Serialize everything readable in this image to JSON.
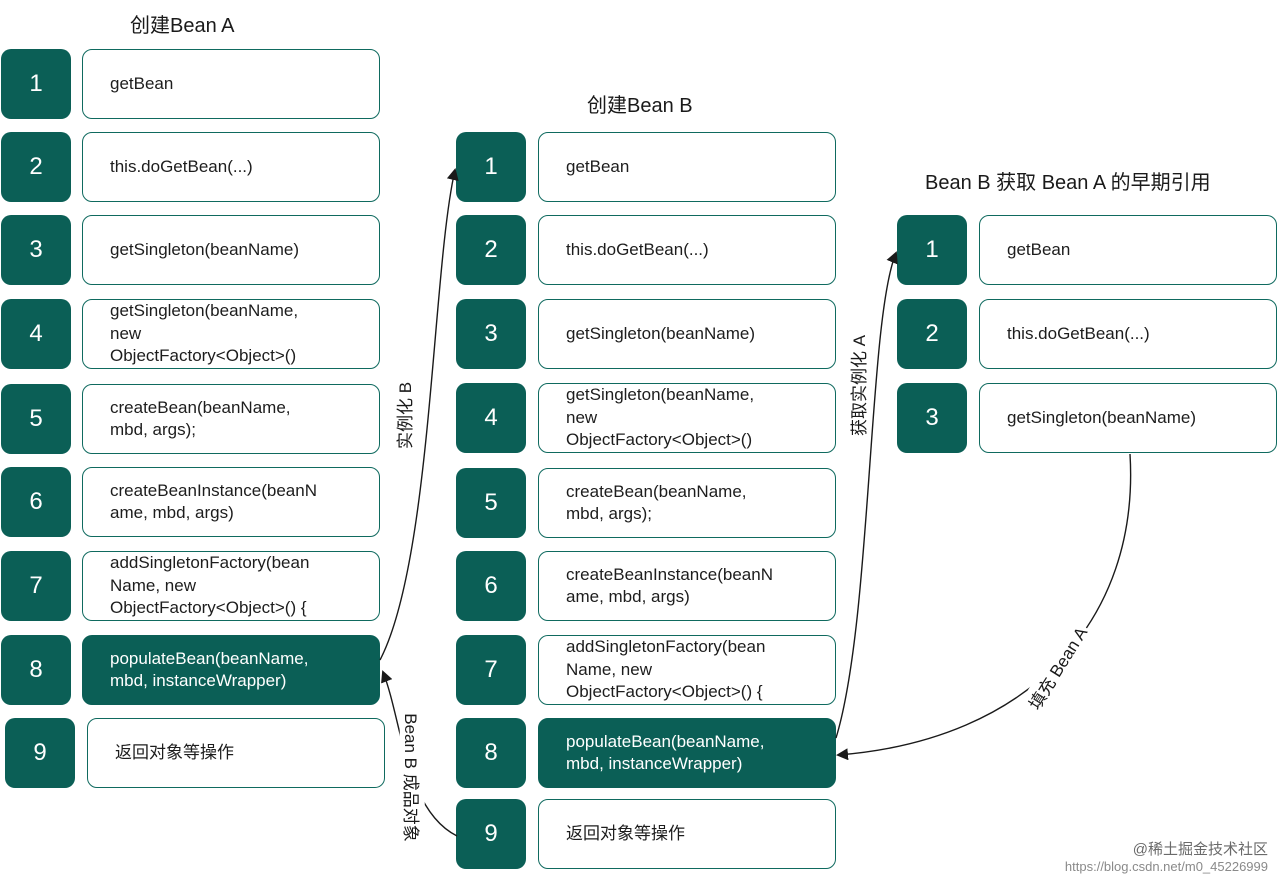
{
  "columns": [
    {
      "title": "创建Bean A",
      "steps": [
        {
          "num": "1",
          "text": "getBean",
          "highlight": false
        },
        {
          "num": "2",
          "text": "this.doGetBean(...)",
          "highlight": false
        },
        {
          "num": "3",
          "text": "getSingleton(beanName)",
          "highlight": false
        },
        {
          "num": "4",
          "text": "getSingleton(beanName,\nnew\nObjectFactory<Object>()",
          "highlight": false
        },
        {
          "num": "5",
          "text": "createBean(beanName,\nmbd, args);",
          "highlight": false
        },
        {
          "num": "6",
          "text": "createBeanInstance(beanN\name, mbd, args)",
          "highlight": false
        },
        {
          "num": "7",
          "text": "addSingletonFactory(bean\nName, new\nObjectFactory<Object>() {",
          "highlight": false
        },
        {
          "num": "8",
          "text": "populateBean(beanName,\nmbd, instanceWrapper)",
          "highlight": true
        },
        {
          "num": "9",
          "text": "返回对象等操作",
          "highlight": false
        }
      ]
    },
    {
      "title": "创建Bean B",
      "steps": [
        {
          "num": "1",
          "text": "getBean",
          "highlight": false
        },
        {
          "num": "2",
          "text": "this.doGetBean(...)",
          "highlight": false
        },
        {
          "num": "3",
          "text": "getSingleton(beanName)",
          "highlight": false
        },
        {
          "num": "4",
          "text": "getSingleton(beanName,\nnew\nObjectFactory<Object>()",
          "highlight": false
        },
        {
          "num": "5",
          "text": "createBean(beanName,\nmbd, args);",
          "highlight": false
        },
        {
          "num": "6",
          "text": "createBeanInstance(beanN\name, mbd, args)",
          "highlight": false
        },
        {
          "num": "7",
          "text": "addSingletonFactory(bean\nName, new\nObjectFactory<Object>() {",
          "highlight": false
        },
        {
          "num": "8",
          "text": "populateBean(beanName,\nmbd, instanceWrapper)",
          "highlight": true
        },
        {
          "num": "9",
          "text": "返回对象等操作",
          "highlight": false
        }
      ]
    },
    {
      "title": "Bean B 获取 Bean A 的早期引用",
      "steps": [
        {
          "num": "1",
          "text": "getBean",
          "highlight": false
        },
        {
          "num": "2",
          "text": "this.doGetBean(...)",
          "highlight": false
        },
        {
          "num": "3",
          "text": "getSingleton(beanName)",
          "highlight": false
        }
      ]
    }
  ],
  "arrow_labels": {
    "instantiate_b": "实例化 B",
    "bean_b_product": "Bean B 成品对象",
    "get_instantiate_a": "获取实例化 A",
    "fill_bean_a": "填充 Bean A"
  },
  "footer": {
    "brand": "@稀土掘金技术社区",
    "url": "https://blog.csdn.net/m0_45226999"
  },
  "colors": {
    "accent": "#0b5f56",
    "border": "#0f6a5f",
    "arrow": "#1a1a1a"
  }
}
